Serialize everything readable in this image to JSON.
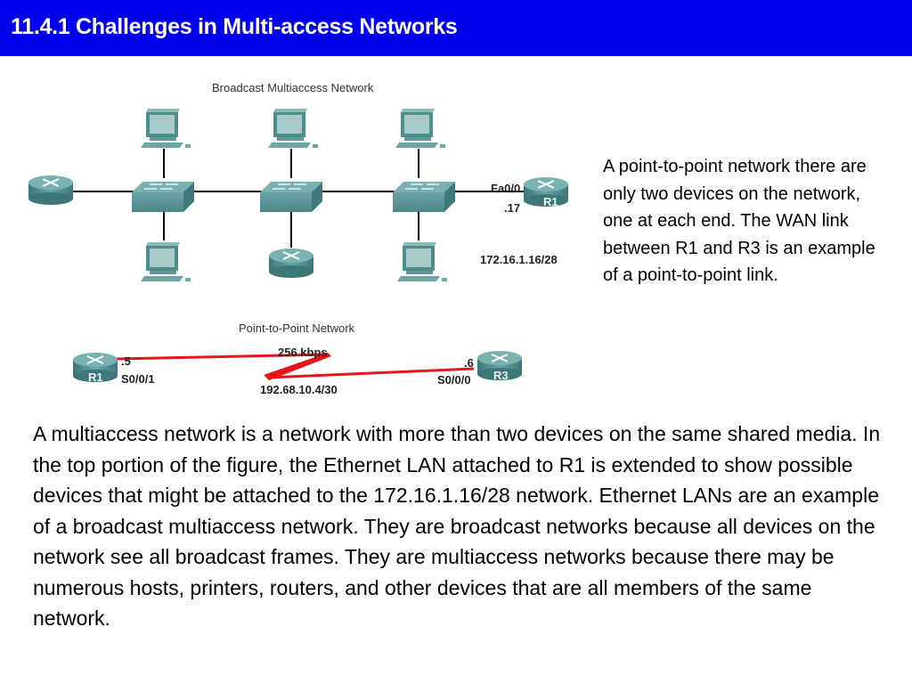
{
  "header": {
    "title": "11.4.1 Challenges in Multi-access Networks",
    "background_color": "#0000ee",
    "text_color": "#ffffff"
  },
  "diagram": {
    "broadcast": {
      "title": "Broadcast Multiaccess Network",
      "interface_label": "Fa0/0",
      "interface_ip": ".17",
      "router_label": "R1",
      "network_label": "172.16.1.16/28",
      "devices": [
        {
          "type": "router",
          "name": "edge-router"
        },
        {
          "type": "switch",
          "name": "switch-1"
        },
        {
          "type": "switch",
          "name": "switch-2"
        },
        {
          "type": "switch",
          "name": "switch-3"
        },
        {
          "type": "pc",
          "name": "pc-1"
        },
        {
          "type": "pc",
          "name": "pc-2"
        },
        {
          "type": "pc",
          "name": "pc-3"
        },
        {
          "type": "pc",
          "name": "pc-4"
        },
        {
          "type": "router",
          "name": "lan-router"
        },
        {
          "type": "pc",
          "name": "pc-5"
        },
        {
          "type": "router",
          "name": "R1"
        }
      ]
    },
    "p2p": {
      "title": "Point-to-Point Network",
      "bandwidth": "256 kbps",
      "network": "192.68.10.4/30",
      "left_router": "R1",
      "left_ip": ".5",
      "left_interface": "S0/0/1",
      "right_router": "R3",
      "right_ip": ".6",
      "right_interface": "S0/0/0",
      "link_color": "#e8141c"
    },
    "device_color": "#5a9a9a"
  },
  "side_note": " A point-to-point network there are only two devices on the network, one at each end. The WAN link between R1 and R3 is an example of a point-to-point link.",
  "body": "A multiaccess network is a network with more than two devices on the same shared media. In the top portion of the figure, the Ethernet LAN attached to R1 is extended to show possible devices that might be attached to the 172.16.1.16/28 network. Ethernet LANs are an example of a broadcast multiaccess network. They are broadcast networks because all devices on the network see all broadcast frames. They are multiaccess networks because there may be numerous hosts, printers, routers, and other devices that are all members of the same network."
}
